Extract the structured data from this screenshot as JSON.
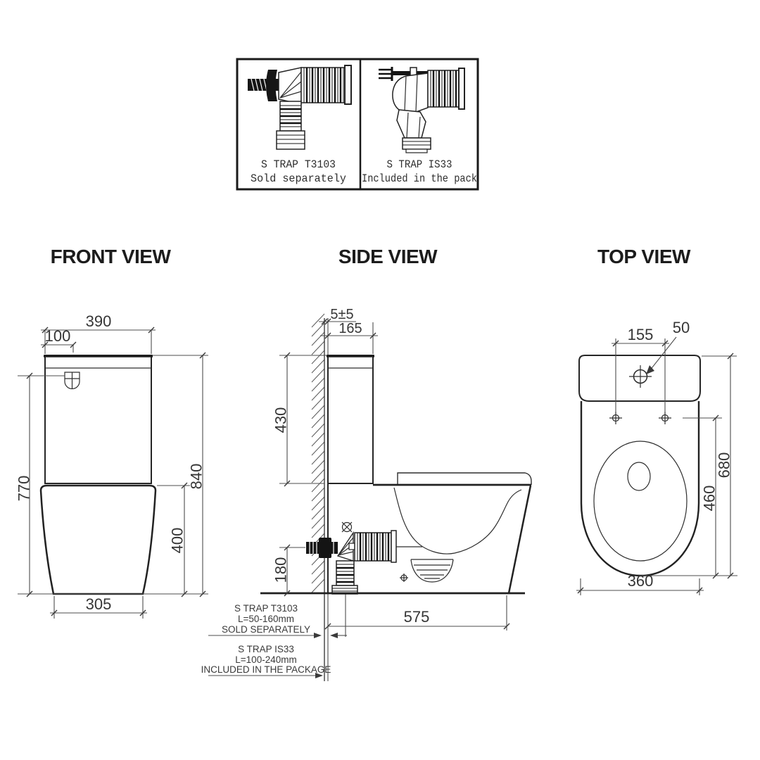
{
  "colors": {
    "background": "#ffffff",
    "object_line": "#262626",
    "dimension_line": "#4d4d4d",
    "text": "#363636"
  },
  "header_box": {
    "left": {
      "name": "S TRAP T3103",
      "note": "Sold separately"
    },
    "right": {
      "name": "S TRAP IS33",
      "note": "Included in the pack"
    }
  },
  "views": {
    "front": {
      "title": "FRONT VIEW",
      "dims": {
        "cistern_width": "390",
        "button_offset": "100",
        "height_to_button": "770",
        "total_height": "840",
        "pan_height": "400",
        "base_width": "305"
      }
    },
    "side": {
      "title": "SIDE VIEW",
      "dims": {
        "wall_gap": "5±5",
        "cistern_depth": "165",
        "cistern_height": "430",
        "outlet_height": "180",
        "total_depth": "575"
      },
      "trap_sold_separately": {
        "line1": "S TRAP T3103",
        "line2": "L=50-160mm",
        "line3": "SOLD SEPARATELY"
      },
      "trap_included": {
        "line1": "S TRAP IS33",
        "line2": "L=100-240mm",
        "line3": "INCLUDED IN THE PACKAGE"
      }
    },
    "top": {
      "title": "TOP VIEW",
      "dims": {
        "hole_spacing": "155",
        "button_diameter": "50",
        "total_depth": "680",
        "seat_length": "460",
        "bowl_width": "360"
      }
    }
  }
}
